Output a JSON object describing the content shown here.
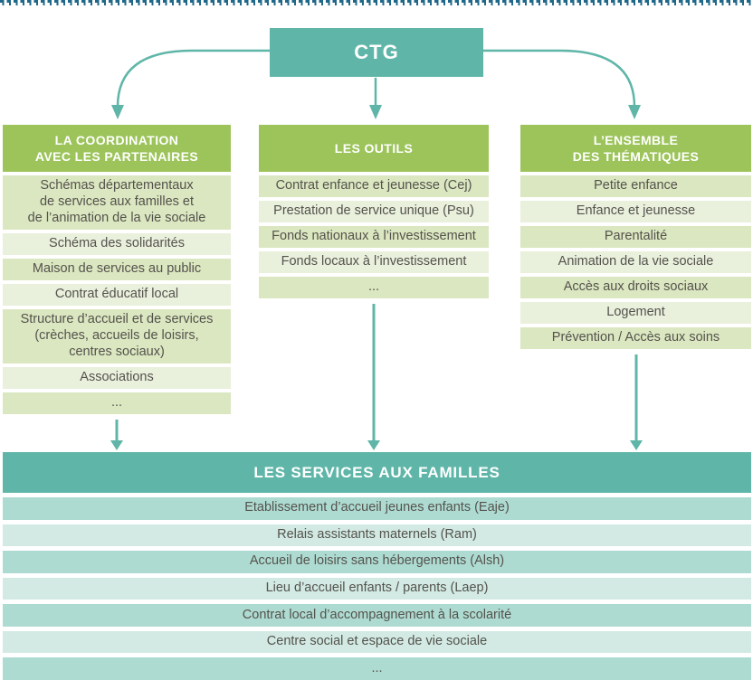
{
  "colors": {
    "teal": "#5fb6a8",
    "teal-row-odd": "#aedbd1",
    "teal-row-even": "#d2eae3",
    "green": "#9cc45a",
    "green-row-odd": "#dbe7c0",
    "green-row-even": "#e9f0dc",
    "text-dark": "#54524d",
    "border-blue": "#20688a"
  },
  "root": {
    "label": "CTG"
  },
  "columns": [
    {
      "header": "LA COORDINATION\nAVEC LES PARTENAIRES",
      "items": [
        "Schémas départementaux\nde services aux familles et\nde l’animation de la vie sociale",
        "Schéma des solidarités",
        "Maison de services au public",
        "Contrat éducatif local",
        "Structure d’accueil et de services\n(crèches, accueils de loisirs,\ncentres sociaux)",
        "Associations",
        "..."
      ]
    },
    {
      "header": "LES OUTILS",
      "items": [
        "Contrat enfance et jeunesse (Cej)",
        "Prestation de service unique (Psu)",
        "Fonds nationaux à l’investissement",
        "Fonds locaux à l’investissement",
        "..."
      ]
    },
    {
      "header": "L’ENSEMBLE\nDES THÉMATIQUES",
      "items": [
        "Petite enfance",
        "Enfance et jeunesse",
        "Parentalité",
        "Animation de la vie sociale",
        "Accès aux droits sociaux",
        "Logement",
        "Prévention / Accès aux soins"
      ]
    }
  ],
  "footer": {
    "header": "LES SERVICES AUX FAMILLES",
    "items": [
      "Etablissement d’accueil jeunes enfants (Eaje)",
      "Relais assistants maternels (Ram)",
      "Accueil de loisirs sans hébergements (Alsh)",
      "Lieu d’accueil enfants / parents (Laep)",
      "Contrat local d’accompagnement à la scolarité",
      "Centre social et espace de vie sociale",
      "..."
    ]
  }
}
